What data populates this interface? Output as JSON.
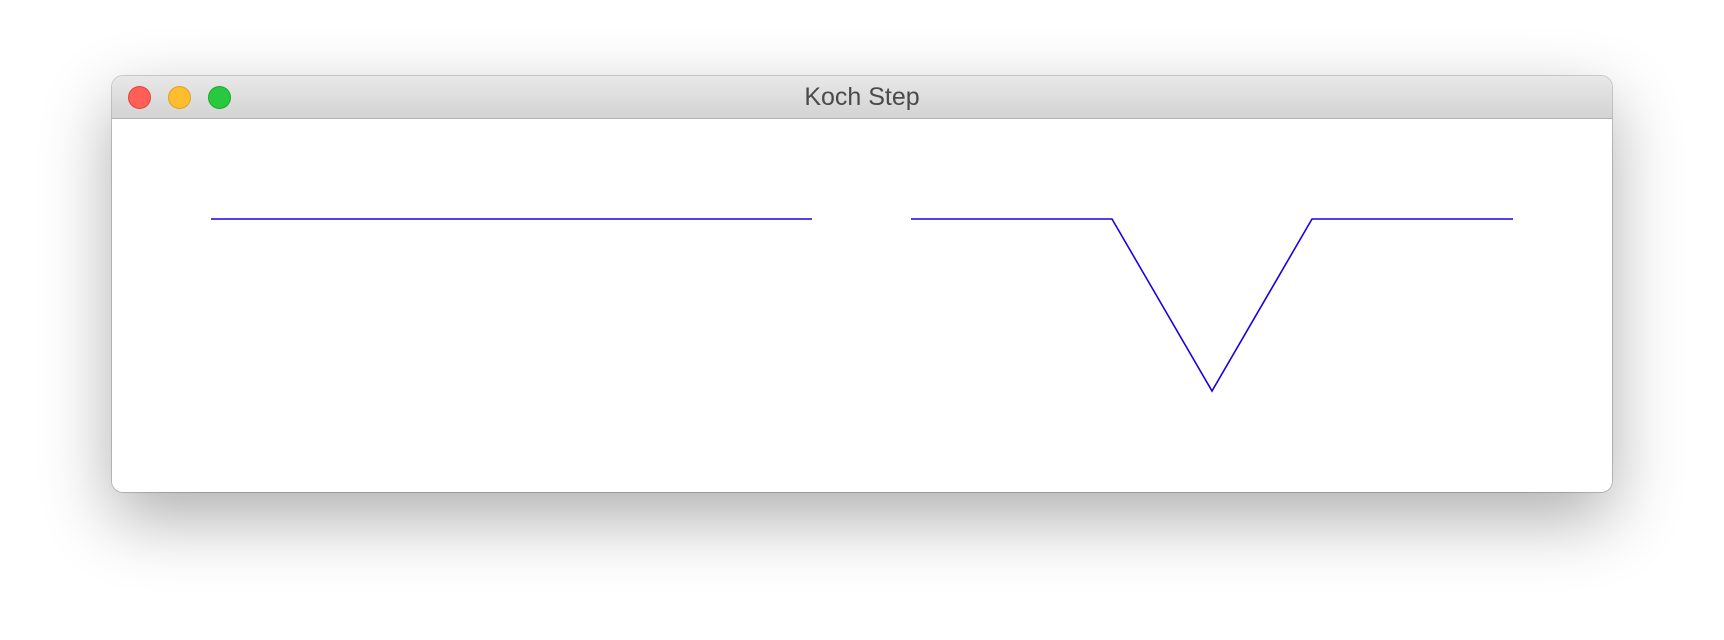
{
  "window": {
    "title": "Koch Step"
  },
  "drawing": {
    "line_color": "#1a00e6",
    "panels": [
      {
        "name": "original-segment",
        "step": 0
      },
      {
        "name": "koch-step-segment",
        "step": 1
      }
    ]
  }
}
